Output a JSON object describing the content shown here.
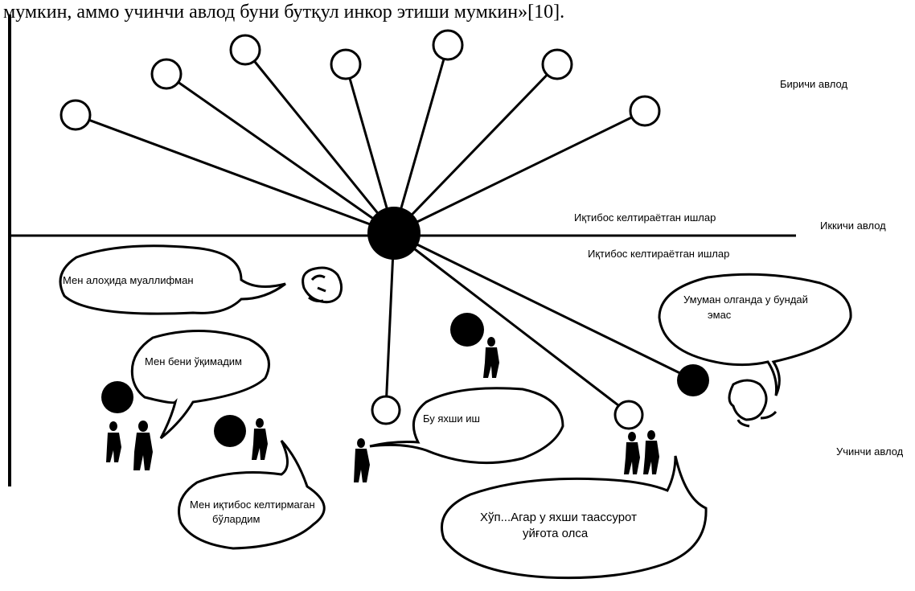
{
  "top_text": "мумкин, аммо учинчи авлод буни бутқул инкор этиши мумкин»[10].",
  "generations": {
    "first": "Биричи авлод",
    "second": "Иккичи авлод",
    "third": "Учинчи авлод"
  },
  "citing_works": {
    "above": "Иқтибос келтираётган ишлар",
    "below": "Иқтибос келтираётган ишлар"
  },
  "bubbles": {
    "special_author": "Мен алоҳида муаллифман",
    "not_understood": "Мен бени ўқимадим",
    "not_cited_line1": "Мен иқтибос келтирмаган",
    "not_cited_line2": "бўлардим",
    "good_work": "Бу яхши иш",
    "doubt_line1": "Хўп...Агар у яхши таассурот",
    "doubt_line2": "уйғота олса",
    "not_so_line1": "Умуман олганда у бундай",
    "not_so_line2": "эмас"
  }
}
